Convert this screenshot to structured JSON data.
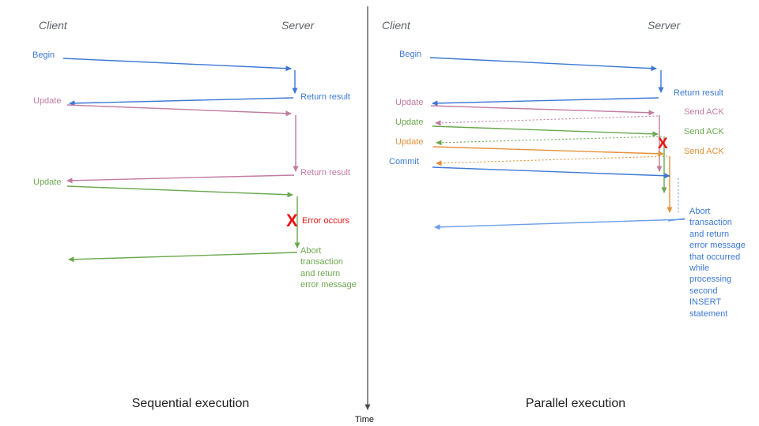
{
  "palette": {
    "blue": "#3c78d8",
    "light_blue": "#6d9eeb",
    "pink": "#c27ba0",
    "green": "#6aa84f",
    "orange": "#e69138",
    "red": "#ee1111",
    "axis_gray": "#4d4d4d"
  },
  "time_axis": {
    "label": "Time"
  },
  "sequential": {
    "title": "Sequential execution",
    "client_header": "Client",
    "server_header": "Server",
    "labels": {
      "begin": "Begin",
      "return_result_1": "Return result",
      "update_1": "Update",
      "return_result_2": "Return result",
      "update_2": "Update",
      "error_x": "X",
      "error_occurs": "Error occurs",
      "abort": "Abort\ntransaction\nand return\nerror message"
    }
  },
  "parallel": {
    "title": "Parallel execution",
    "client_header": "Client",
    "server_header": "Server",
    "labels": {
      "begin": "Begin",
      "return_result": "Return result",
      "update_1": "Update",
      "send_ack_1": "Send ACK",
      "update_2": "Update",
      "send_ack_2": "Send ACK",
      "update_3": "Update",
      "send_ack_3": "Send ACK",
      "commit": "Commit",
      "error_x": "X",
      "abort": "Abort\ntransaction\nand return\nerror message\nthat occurred\nwhile\nprocessing\nsecond\nINSERT\nstatement"
    }
  }
}
